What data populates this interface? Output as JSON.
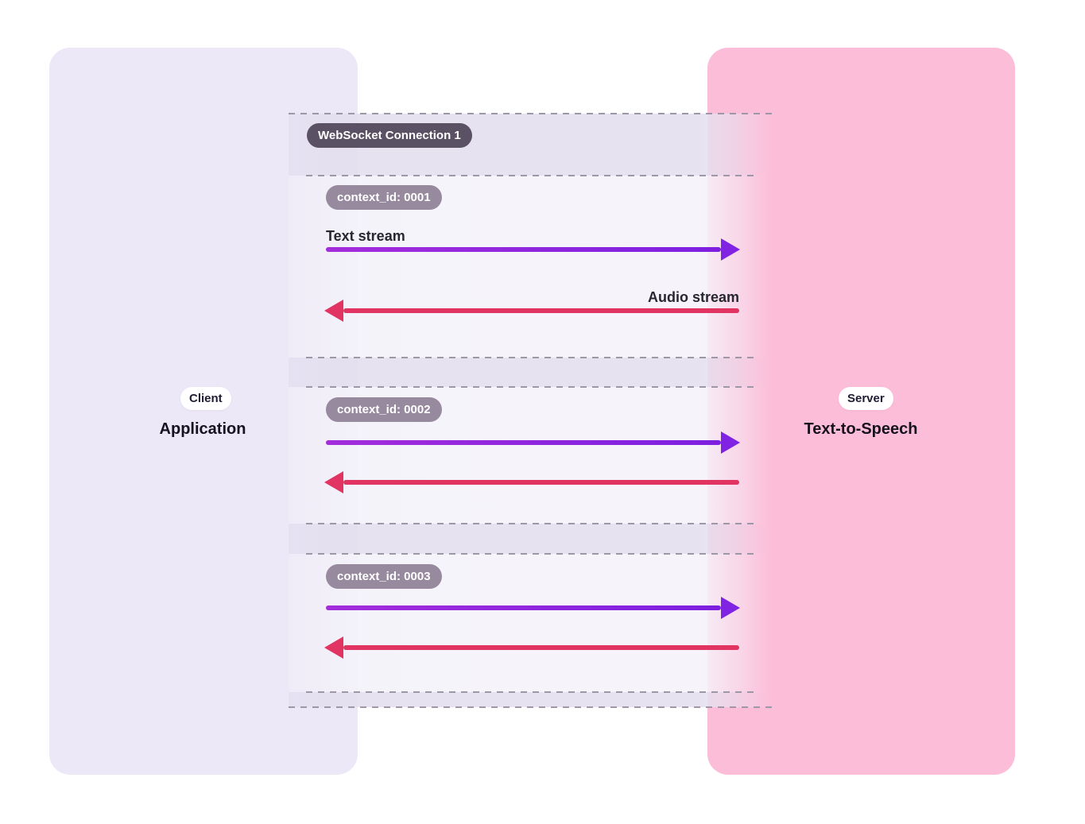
{
  "diagram": {
    "client": {
      "badge": "Client",
      "title": "Application"
    },
    "server": {
      "badge": "Server",
      "title": "Text-to-Speech"
    },
    "connection": {
      "label": "WebSocket Connection 1"
    },
    "contexts": [
      {
        "id_label": "context_id: 0001",
        "to_server_label": "Text stream",
        "to_client_label": "Audio stream"
      },
      {
        "id_label": "context_id: 0002"
      },
      {
        "id_label": "context_id: 0003"
      }
    ],
    "colors": {
      "client_panel": "#ece8f8",
      "server_panel": "#fcbdd8",
      "text_stream_arrow": "#8a2be2",
      "audio_stream_arrow": "#e23463",
      "websocket_badge": "#5b5164",
      "context_badge": "#97899e",
      "dashed_line": "#9d97a7"
    }
  }
}
